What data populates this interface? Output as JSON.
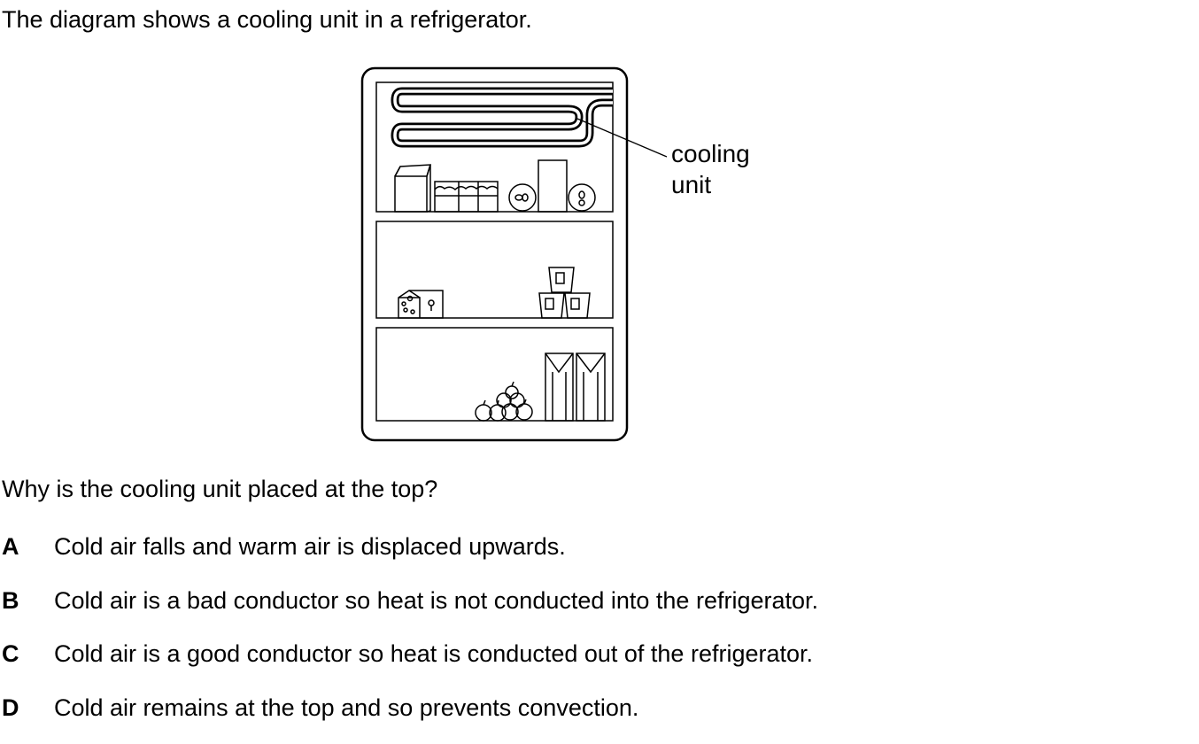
{
  "intro": "The diagram shows a cooling unit in a refrigerator.",
  "diagram": {
    "label_line1": "cooling",
    "label_line2": "unit"
  },
  "question": "Why is the cooling unit placed at the top?",
  "options": [
    {
      "letter": "A",
      "text": "Cold air falls and warm air is displaced upwards."
    },
    {
      "letter": "B",
      "text": "Cold air is a bad conductor so heat is not conducted into the refrigerator."
    },
    {
      "letter": "C",
      "text": "Cold air is a good conductor so heat is conducted out of the refrigerator."
    },
    {
      "letter": "D",
      "text": "Cold air remains at the top and so prevents convection."
    }
  ]
}
